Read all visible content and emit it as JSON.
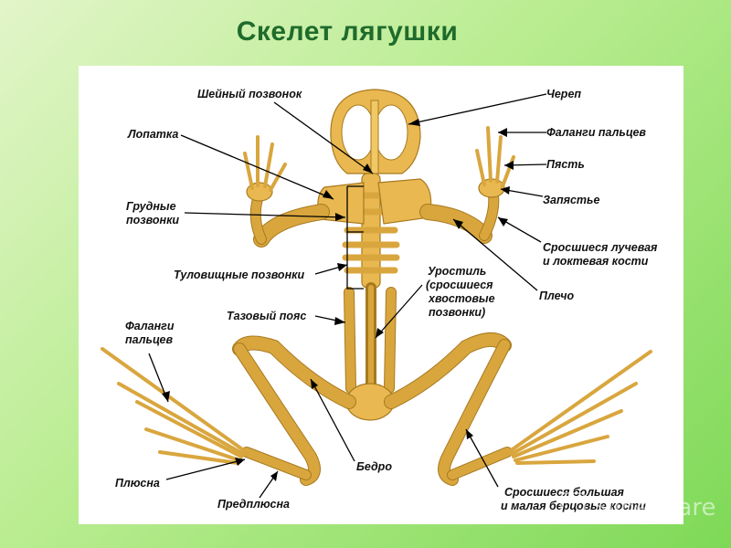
{
  "title": "Скелет лягушки",
  "labels": {
    "skull": "Череп",
    "cervical": "Шейный позвонок",
    "scapula": "Лопатка",
    "fingers_top": "Фаланги пальцев",
    "metacarpus": "Пясть",
    "carpus": "Запястье",
    "thoracic_1": "Грудные",
    "thoracic_2": "позвонки",
    "radioulna_1": "Сросшиеся лучевая",
    "radioulna_2": "и локтевая кости",
    "trunk": "Туловищные позвонки",
    "urostyle_1": "Уростиль",
    "urostyle_2": "(сросшиеся",
    "urostyle_3": "хвостовые",
    "urostyle_4": "позвонки)",
    "humerus": "Плечо",
    "pelvis": "Тазовый пояс",
    "toes_1": "Фаланги",
    "toes_2": "пальцев",
    "femur": "Бедро",
    "metatarsus": "Плюсна",
    "tarsus": "Предплюсна",
    "tibiofibula_1": "Сросшиеся большая",
    "tibiofibula_2": "и малая берцовые кости"
  },
  "watermark": "Slideshare",
  "colors": {
    "bone": "#e9b851",
    "bone_outline": "#a87a1f",
    "title": "#1f6b2c"
  }
}
